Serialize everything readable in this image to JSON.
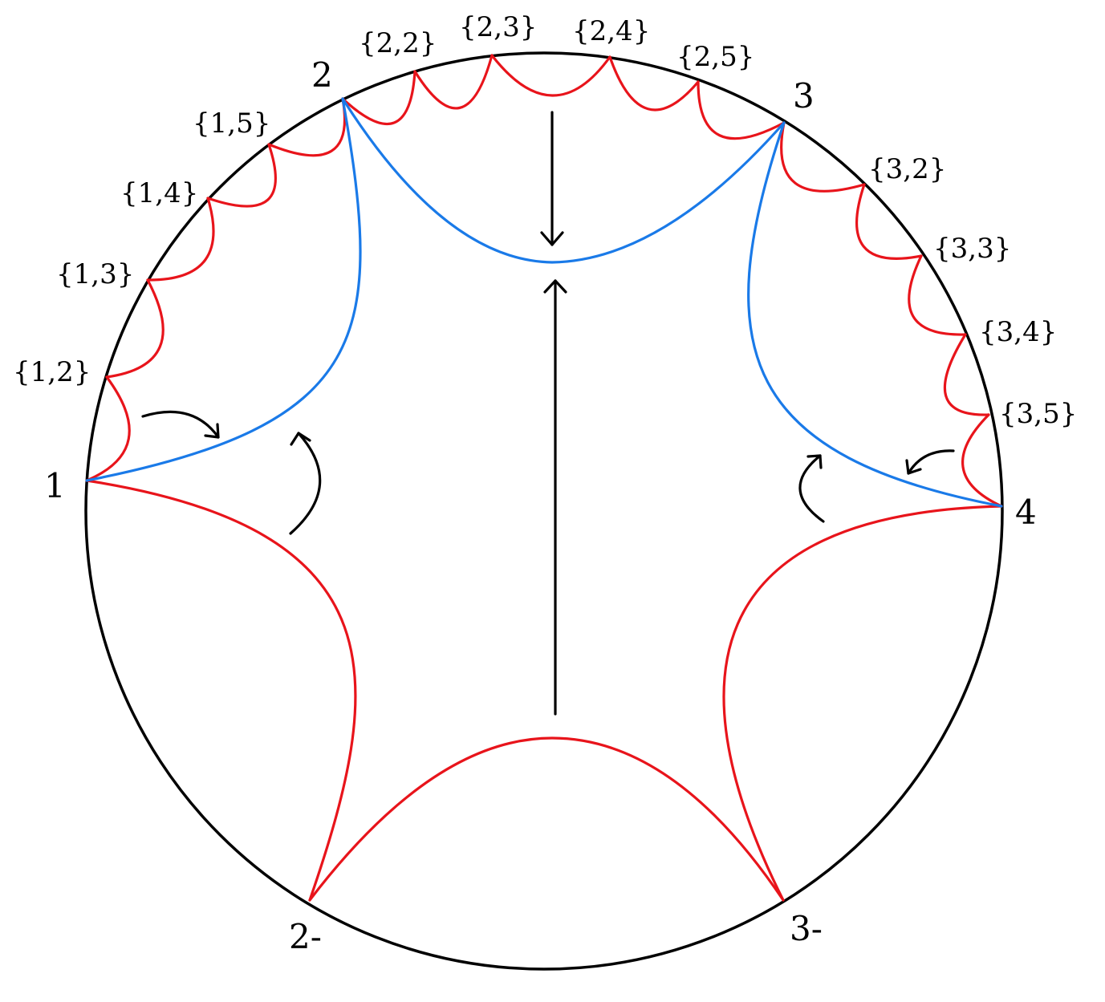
{
  "colors": {
    "boundary": "#000000",
    "red_geodesic": "#e8141b",
    "blue_geodesic": "#1a7ae8",
    "arrow": "#000000"
  },
  "vertices": {
    "v1": "1",
    "v2": "2",
    "v3": "3",
    "v4": "4",
    "v2m": "2-",
    "v3m": "3-"
  },
  "sub_points": {
    "p12": "{1,2}",
    "p13": "{1,3}",
    "p14": "{1,4}",
    "p15": "{1,5}",
    "p22": "{2,2}",
    "p23": "{2,3}",
    "p24": "{2,4}",
    "p25": "{2,5}",
    "p32": "{3,2}",
    "p33": "{3,3}",
    "p34": "{3,4}",
    "p35": "{3,5}"
  }
}
